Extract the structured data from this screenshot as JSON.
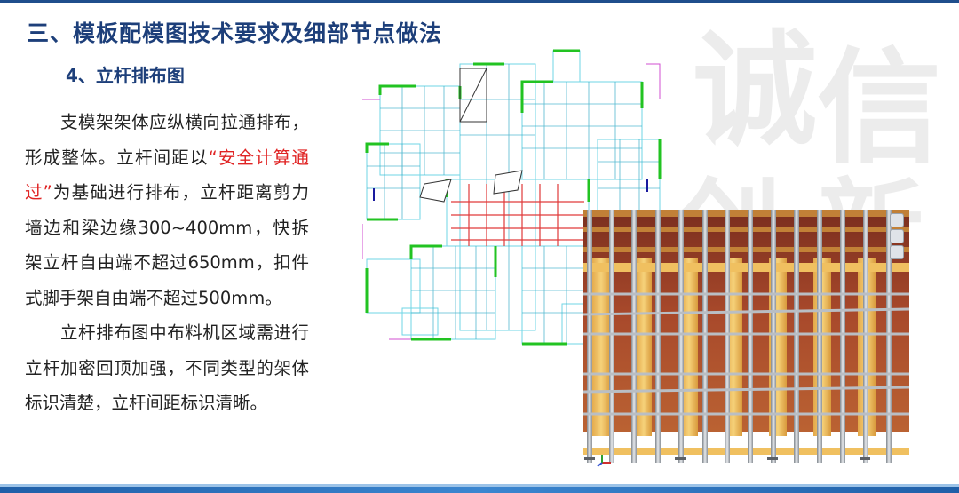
{
  "slide": {
    "title": "三、模板配模图技术要求及细部节点做法",
    "subtitle": "4、立杆排布图",
    "paragraph1": {
      "before_highlight": "支模架架体应纵横向拉通排布，形成整体。立杆间距以",
      "highlight": "“安全计算通过”",
      "after_highlight": "为基础进行排布，立杆距离剪力墙边和梁边缘300~400mm，快拆架立杆自由端不超过650mm，扣件式脚手架自由端不超过500mm。"
    },
    "paragraph2": "立杆排布图中布料机区域需进行立杆加密回顶加强，不同类型的架体标识清楚，立杆间距标识清晰。",
    "accent_colors": {
      "title": "#1d3f7a",
      "highlight": "#e02424",
      "bar": "#1f5fa8"
    },
    "watermark_chars": [
      "诚",
      "信",
      "创",
      "新"
    ]
  }
}
